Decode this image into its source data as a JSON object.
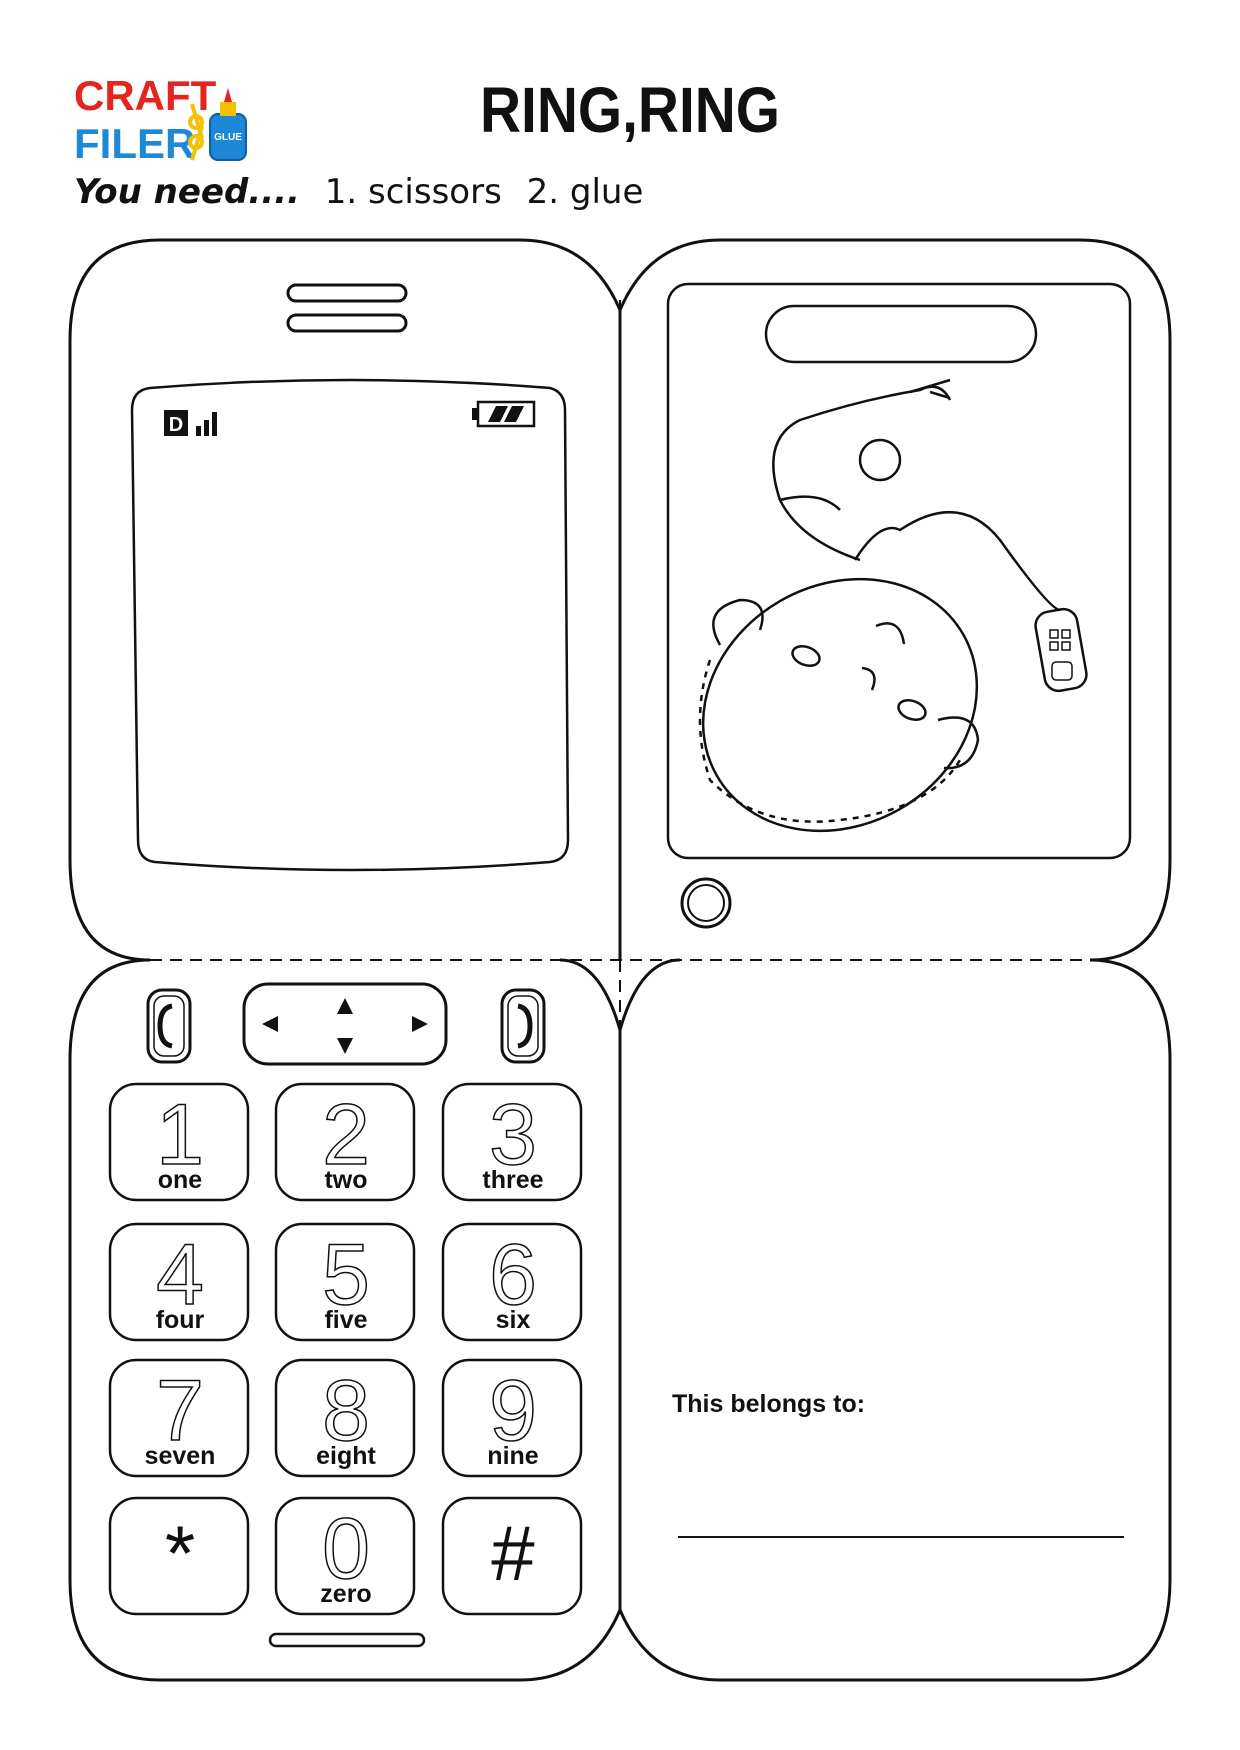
{
  "header": {
    "logo_line1": "CRAFT",
    "logo_line2": "FILER",
    "logo_glue_text": "GLUE",
    "title": "RING,RING",
    "needs_lead": "You need....",
    "needs_items": [
      "1. scissors",
      "2. glue"
    ]
  },
  "phone": {
    "status": {
      "network_letter": "D"
    },
    "keypad": [
      {
        "digit": "1",
        "word": "one"
      },
      {
        "digit": "2",
        "word": "two"
      },
      {
        "digit": "3",
        "word": "three"
      },
      {
        "digit": "4",
        "word": "four"
      },
      {
        "digit": "5",
        "word": "five"
      },
      {
        "digit": "6",
        "word": "six"
      },
      {
        "digit": "7",
        "word": "seven"
      },
      {
        "digit": "8",
        "word": "eight"
      },
      {
        "digit": "9",
        "word": "nine"
      },
      {
        "digit": "*",
        "word": ""
      },
      {
        "digit": "0",
        "word": "zero"
      },
      {
        "digit": "#",
        "word": ""
      }
    ],
    "owner_label": "This belongs to:"
  },
  "colors": {
    "logo_red": "#e52420",
    "logo_blue": "#1e88d8",
    "logo_yellow": "#f2c200",
    "line": "#111111"
  }
}
